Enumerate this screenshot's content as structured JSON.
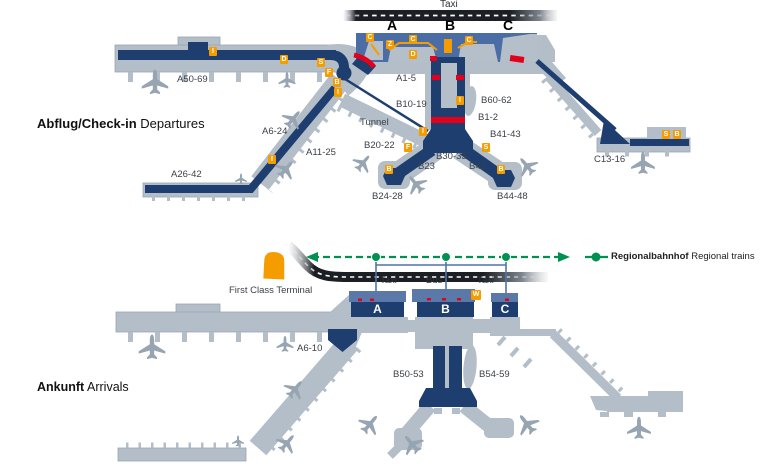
{
  "colors": {
    "navy": "#1d3e6f",
    "terminal_blue": "#4a6da5",
    "pier_gray": "#b3bec9",
    "orange": "#f59c00",
    "red": "#e2001a",
    "green": "#009150",
    "road_black": "#1b1f24",
    "connector_blue": "#4f74a8",
    "aircraft_gray": "#97a4b1"
  },
  "departures": {
    "heading_bold": "Abflug/Check-in",
    "heading_regular": " Departures",
    "road_label": "Taxi",
    "terminal_letters": {
      "a": "A",
      "b": "B",
      "c": "C"
    },
    "tunnel_label": "Tunnel",
    "gates": {
      "a50_69": "A50-69",
      "a1_5": "A1-5",
      "b10_19": "B10-19",
      "b60_62": "B60-62",
      "b1_2": "B1-2",
      "b41_43": "B41-43",
      "b20_22": "B20-22",
      "b23": "B23",
      "b30_33": "B30-33",
      "b42": "B42",
      "b24_28": "B24-28",
      "b44_48": "B44-48",
      "c13_16": "C13-16",
      "a6_24": "A6-24",
      "a11_25": "A11-25",
      "a26_42": "A26-42"
    },
    "badges": {
      "pier_a_i": "I",
      "pier_a_d": "D",
      "corner_s": "S",
      "corner_f": "F",
      "corner_b": "B",
      "corner_i": "I",
      "hall_c1": "C",
      "hall_z": "Z",
      "hall_c2": "C",
      "hall_d": "D",
      "hall_c3": "C",
      "b_north_i": "I",
      "b_junction_i": "I",
      "b20_f": "F",
      "b24_b": "B",
      "b_s": "S",
      "b44_b": "B",
      "a_diag_i": "I",
      "c_pier_s": "S",
      "c_pier_b": "B"
    }
  },
  "arrivals": {
    "heading_bold": "Ankunft",
    "heading_regular": " Arrivals",
    "first_class_label": "First Class Terminal",
    "road_labels": {
      "taxi1": "Taxi",
      "bus": "Bus",
      "taxi2": "Taxi"
    },
    "terminal_letters": {
      "a": "A",
      "b": "B",
      "c": "C"
    },
    "gates": {
      "a6_10": "A6-10",
      "b50_53": "B50-53",
      "b54_59": "B54-59"
    },
    "badges": {
      "w": "W"
    }
  },
  "legend": {
    "stop_bold": "Regionalbahnhof",
    "stop_regular": " Regional trains"
  }
}
